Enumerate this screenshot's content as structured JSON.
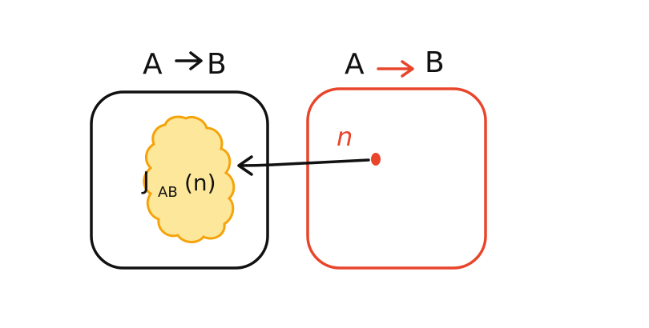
{
  "left_panel": {
    "title_from": "A",
    "title_to": "B",
    "cloud_label_main": "J",
    "cloud_label_sub": "AB",
    "cloud_label_arg": "(n)"
  },
  "right_panel": {
    "title_from": "A",
    "title_to": "B",
    "point_label": "n"
  },
  "colors": {
    "black": "#111111",
    "red": "#e8452b",
    "cloud_fill": "#fde79b",
    "cloud_stroke": "#f5a30a"
  }
}
